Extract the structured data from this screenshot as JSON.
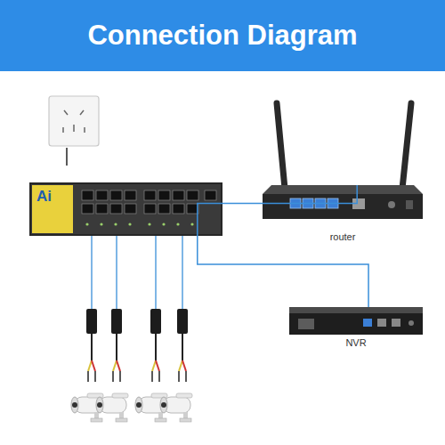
{
  "diagram": {
    "title": "Connection Diagram",
    "nodes": [
      {
        "text": [
          "Ai"
        ]
      },
      {
        "text": [
          "router"
        ]
      },
      {
        "text": [
          "NVR"
        ]
      }
    ],
    "edges": [
      {
        "from": 0,
        "to": 1,
        "arrow": "none"
      },
      {
        "from": 0,
        "to": 2,
        "arrow": "none"
      }
    ]
  }
}
